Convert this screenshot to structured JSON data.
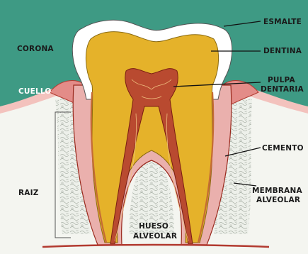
{
  "labels": {
    "corona": "CORONA",
    "cuello": "CUELLO",
    "raiz": "RAIZ",
    "esmalte": "ESMALTE",
    "dentina": "DENTINA",
    "pulpa_line1": "PULPA",
    "pulpa_line2": "DENTARIA",
    "cemento": "CEMENTO",
    "membrana_line1": "MEMBRANA",
    "membrana_line2": "ALVEOLAR",
    "hueso_line1": "HUESO",
    "hueso_line2": "ALVEOLAR"
  },
  "colors": {
    "gum": "#3e9a84",
    "gingiva": "#f2b9b4",
    "enamel": "#ffffff",
    "dentin": "#e5b22a",
    "pulp": "#b94a30",
    "bone": "#e8ebe4",
    "membrane": "#e8a8a6",
    "root_edge": "#9a2a1e"
  }
}
